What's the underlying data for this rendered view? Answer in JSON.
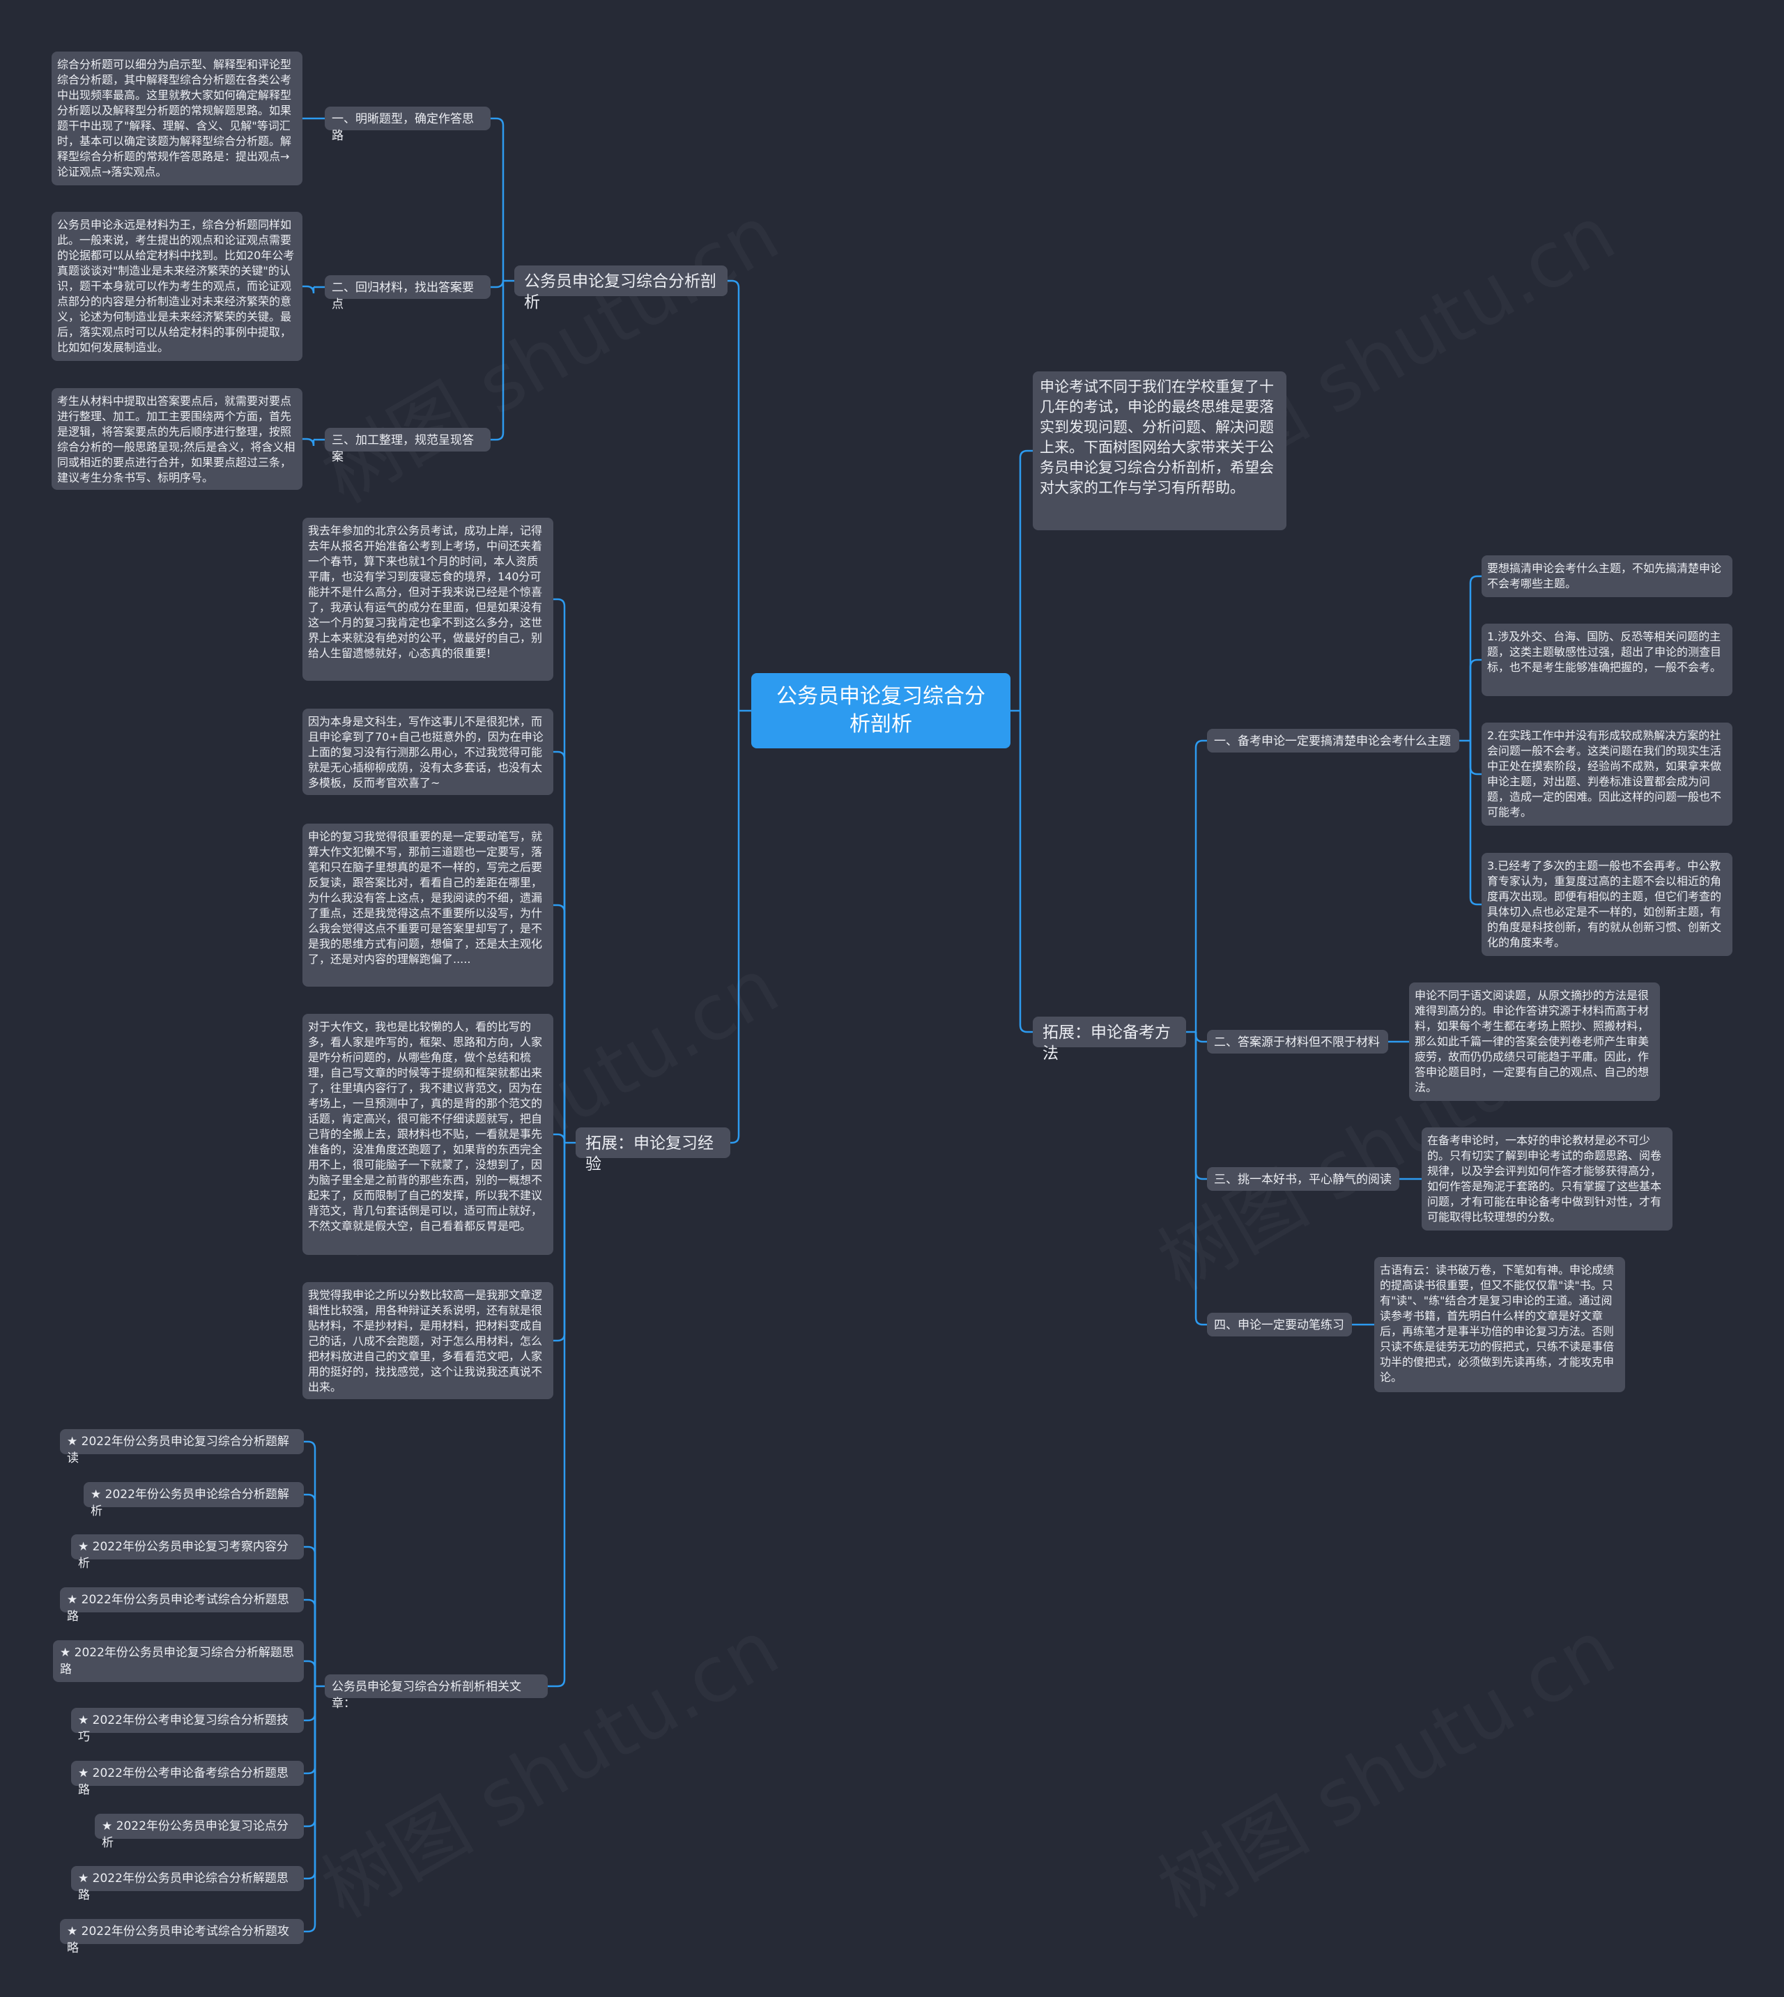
{
  "root": "公务员申论复习综合分析剖析",
  "intro": "申论考试不同于我们在学校重复了十几年的考试，申论的最终思维是要落实到发现问题、分析问题、解决问题上来。下面树图网给大家带来关于公务员申论复习综合分析剖析，希望会对大家的工作与学习有所帮助。",
  "branch_a": {
    "title": "公务员申论复习综合分析剖析",
    "subs": [
      {
        "label": "一、明晰题型，确定作答思路",
        "text": "综合分析题可以细分为启示型、解释型和评论型综合分析题，其中解释型综合分析题在各类公考中出现频率最高。这里就教大家如何确定解释型分析题以及解释型分析题的常规解题思路。如果题干中出现了\"解释、理解、含义、见解\"等词汇时，基本可以确定该题为解释型综合分析题。解释型综合分析题的常规作答思路是：提出观点→论证观点→落实观点。"
      },
      {
        "label": "二、回归材料，找出答案要点",
        "text": "公务员申论永远是材料为王，综合分析题同样如此。一般来说，考生提出的观点和论证观点需要的论据都可以从给定材料中找到。比如20年公考真题谈谈对\"制造业是未来经济繁荣的关键\"的认识，题干本身就可以作为考生的观点，而论证观点部分的内容是分析制造业对未来经济繁荣的意义，论述为何制造业是未来经济繁荣的关键。最后，落实观点时可以从给定材料的事例中提取，比如如何发展制造业。"
      },
      {
        "label": "三、加工整理，规范呈现答案",
        "text": "考生从材料中提取出答案要点后，就需要对要点进行整理、加工。加工主要围绕两个方面，首先是逻辑，将答案要点的先后顺序进行整理，按照综合分析的一般思路呈现;然后是含义，将含义相同或相近的要点进行合并，如果要点超过三条，建议考生分条书写、标明序号。"
      }
    ]
  },
  "branch_b": {
    "title": "拓展：申论复习经验",
    "items": [
      "我去年参加的北京公务员考试，成功上岸，记得去年从报名开始准备公考到上考场，中间还夹着一个春节，算下来也就1个月的时间，本人资质平庸，也没有学习到废寝忘食的境界，140分可能并不是什么高分，但对于我来说已经是个惊喜了，我承认有运气的成分在里面，但是如果没有这一个月的复习我肯定也拿不到这么多分，这世界上本来就没有绝对的公平，做最好的自己，别给人生留遗憾就好，心态真的很重要!",
      "因为本身是文科生，写作这事儿不是很犯怵，而且申论拿到了70+自己也挺意外的，因为在申论上面的复习没有行测那么用心，不过我觉得可能就是无心插柳柳成荫，没有太多套话，也没有太多模板，反而考官欢喜了~",
      "申论的复习我觉得很重要的是一定要动笔写，就算大作文犯懒不写，那前三道题也一定要写，落笔和只在脑子里想真的是不一样的，写完之后要反复读，跟答案比对，看看自己的差距在哪里，为什么我没有答上这点，是我阅读的不细，遗漏了重点，还是我觉得这点不重要所以没写，为什么我会觉得这点不重要可是答案里却写了，是不是我的思维方式有问题，想偏了，还是太主观化了，还是对内容的理解跑偏了.....",
      "对于大作文，我也是比较懒的人，看的比写的多，看人家是咋写的，框架、思路和方向，人家是咋分析问题的，从哪些角度，做个总结和梳理，自己写文章的时候等于提纲和框架就都出来了，往里填内容行了，我不建议背范文，因为在考场上，一旦预测中了，真的是背的那个范文的话题，肯定高兴，很可能不仔细读题就写，把自己背的全搬上去，跟材料也不贴，一看就是事先准备的，没准角度还跑题了，如果背的东西完全用不上，很可能脑子一下就蒙了，没想到了，因为脑子里全是之前背的那些东西，别的一概想不起来了，反而限制了自己的发挥，所以我不建议背范文，背几句套话倒是可以，适可而止就好，不然文章就是假大空，自己看着都反胃是吧。",
      "我觉得我申论之所以分数比较高一是我那文章逻辑性比较强，用各种辩证关系说明，还有就是很贴材料，不是抄材料，是用材料，把材料变成自己的话，八成不会跑题，对于怎么用材料，怎么把材料放进自己的文章里，多看看范文吧，人家用的挺好的，找找感觉，这个让我说我还真说不出来。"
    ]
  },
  "branch_c": {
    "title": "公务员申论复习综合分析剖析相关文章：",
    "links": [
      "★ 2022年份公务员申论复习综合分析题解读",
      "★ 2022年份公务员申论综合分析题解析",
      "★ 2022年份公务员申论复习考察内容分析",
      "★ 2022年份公务员申论考试综合分析题思路",
      "★ 2022年份公务员申论复习综合分析解题思路",
      "★ 2022年份公考申论复习综合分析题技巧",
      "★ 2022年份公考申论备考综合分析题思路",
      "★ 2022年份公务员申论复习论点分析",
      "★ 2022年份公务员申论综合分析解题思路",
      "★ 2022年份公务员申论考试综合分析题攻略"
    ]
  },
  "branch_d": {
    "title": "拓展：申论备考方法",
    "subs": [
      {
        "label": "一、备考申论一定要搞清楚申论会考什么主题",
        "texts": [
          "要想搞清申论会考什么主题，不如先搞清楚申论不会考哪些主题。",
          "1.涉及外交、台海、国防、反恐等相关问题的主题，这类主题敏感性过强，超出了申论的测查目标，也不是考生能够准确把握的，一般不会考。",
          "2.在实践工作中并没有形成较成熟解决方案的社会问题一般不会考。这类问题在我们的现实生活中正处在摸索阶段，经验尚不成熟，如果拿来做申论主题，对出题、判卷标准设置都会成为问题，造成一定的困难。因此这样的问题一般也不可能考。",
          "3.已经考了多次的主题一般也不会再考。中公教育专家认为，重复度过高的主题不会以相近的角度再次出现。即便有相似的主题，但它们考查的具体切入点也必定是不一样的，如创新主题，有的角度是科技创新，有的就从创新习惯、创新文化的角度来考。"
        ]
      },
      {
        "label": "二、答案源于材料但不限于材料",
        "texts": [
          "申论不同于语文阅读题，从原文摘抄的方法是很难得到高分的。申论作答讲究源于材料而高于材料，如果每个考生都在考场上照抄、照搬材料，那么如此千篇一律的答案会使判卷老师产生审美疲劳，故而仍仍成绩只可能趋于平庸。因此，作答申论题目时，一定要有自己的观点、自己的想法。"
        ]
      },
      {
        "label": "三、挑一本好书，平心静气的阅读",
        "texts": [
          "在备考申论时，一本好的申论教材是必不可少的。只有切实了解到申论考试的命题思路、阅卷规律，以及学会评判如何作答才能够获得高分，如何作答是殉泥于套路的。只有掌握了这些基本问题，才有可能在申论备考中做到针对性，才有可能取得比较理想的分数。"
        ]
      },
      {
        "label": "四、申论一定要动笔练习",
        "texts": [
          "古语有云：读书破万卷，下笔如有神。申论成绩的提高读书很重要，但又不能仅仅靠\"读\"书。只有\"读\"、\"练\"结合才是复习申论的王道。通过阅读参考书籍，首先明白什么样的文章是好文章后，再练笔才是事半功倍的申论复习方法。否则只读不练是徒劳无功的假把式，只练不读是事倍功半的傻把式，必须做到先读再练，才能攻克申论。"
        ]
      }
    ]
  },
  "watermark": "树图 shutu.cn"
}
